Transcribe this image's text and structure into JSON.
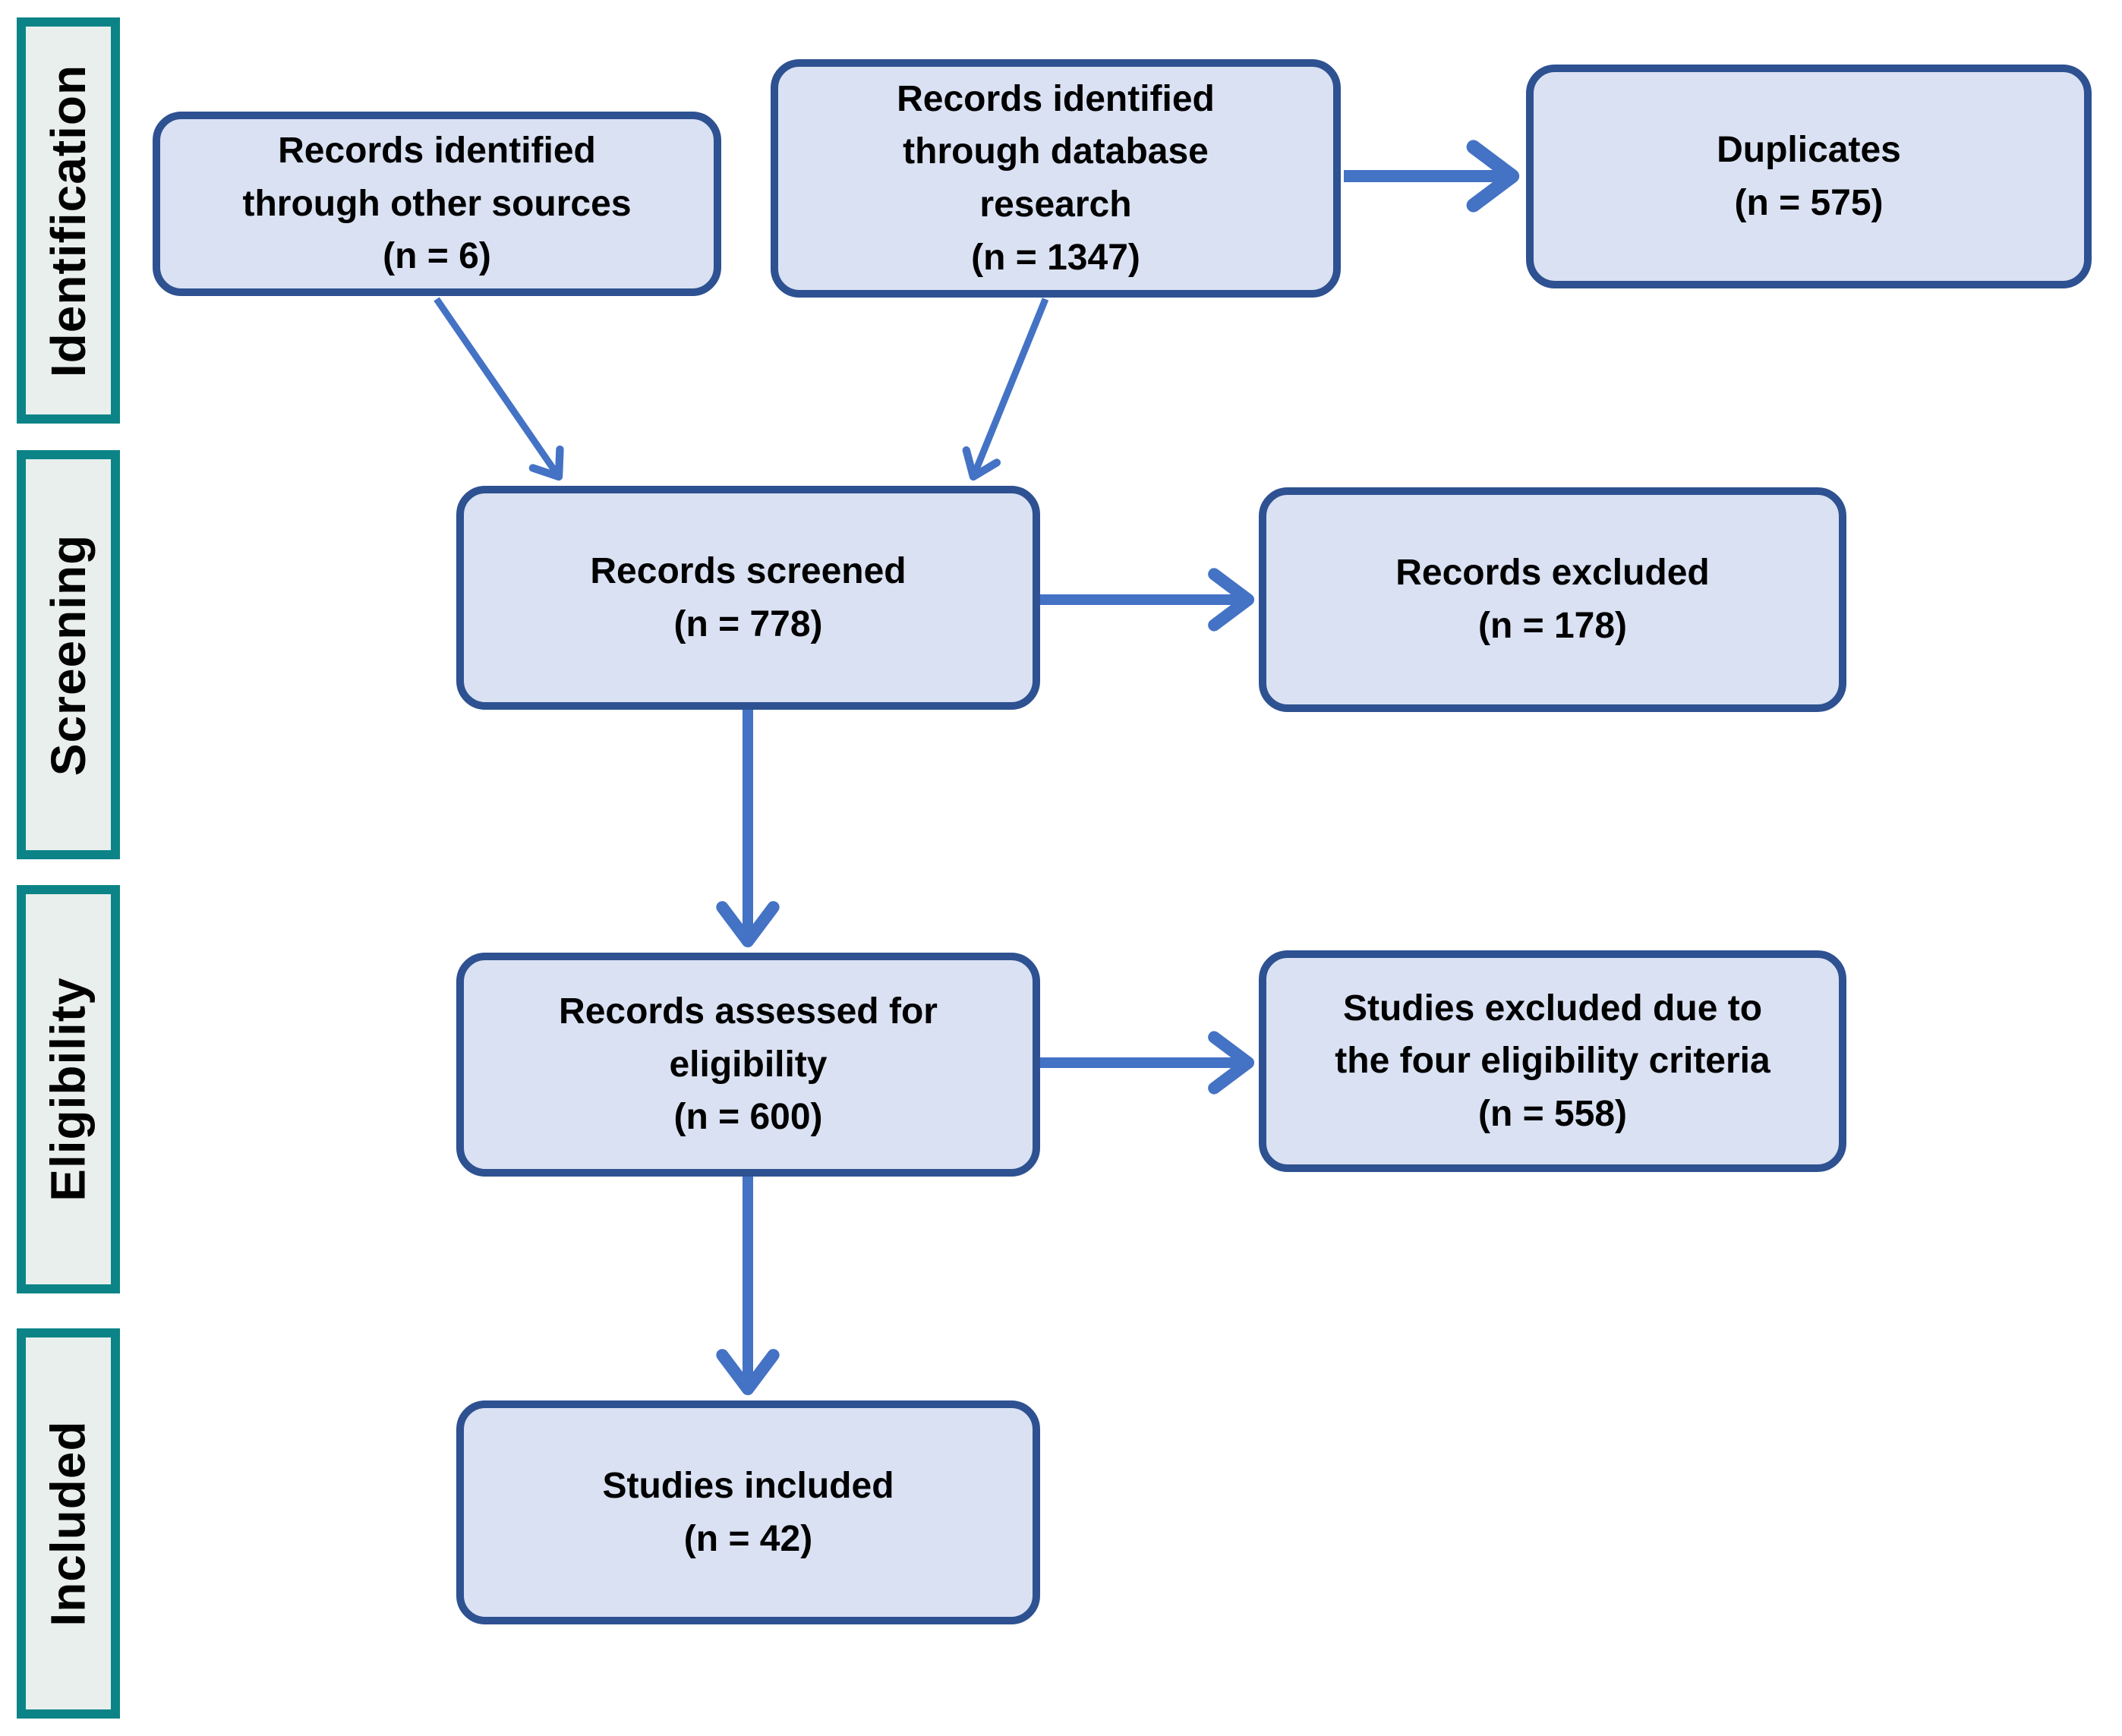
{
  "diagram_type": "prisma-flow-diagram",
  "sidebar": {
    "items": [
      {
        "label": "Identification"
      },
      {
        "label": "Screening"
      },
      {
        "label": "Eligibility"
      },
      {
        "label": "Included"
      }
    ]
  },
  "boxes": {
    "other_sources": {
      "label": "Records identified\nthrough other sources\n(n = 6)",
      "n": 6
    },
    "database": {
      "label": "Records identified\nthrough database\nresearch\n(n = 1347)",
      "n": 1347
    },
    "duplicates": {
      "label": "Duplicates\n(n = 575)",
      "n": 575
    },
    "screened": {
      "label": "Records screened\n(n = 778)",
      "n": 778
    },
    "excluded": {
      "label": "Records excluded\n(n = 178)",
      "n": 178
    },
    "assessed": {
      "label": "Records assessed for\neligibility\n(n = 600)",
      "n": 600
    },
    "excluded_eligibility": {
      "label": "Studies excluded due to\nthe four eligibility criteria\n(n = 558)",
      "n": 558
    },
    "included": {
      "label": "Studies included\n(n = 42)",
      "n": 42
    }
  },
  "arrows": [
    {
      "from": "database",
      "to": "duplicates"
    },
    {
      "from": "other_sources",
      "to": "screened"
    },
    {
      "from": "database",
      "to": "screened"
    },
    {
      "from": "screened",
      "to": "excluded"
    },
    {
      "from": "screened",
      "to": "assessed"
    },
    {
      "from": "assessed",
      "to": "excluded_eligibility"
    },
    {
      "from": "assessed",
      "to": "included"
    }
  ],
  "colors": {
    "box_fill": "#d9e1f2",
    "box_border": "#2e5191",
    "arrow": "#4472c4",
    "stage_border": "#0c8487",
    "stage_fill": "#e9efec",
    "text": "#000000"
  }
}
